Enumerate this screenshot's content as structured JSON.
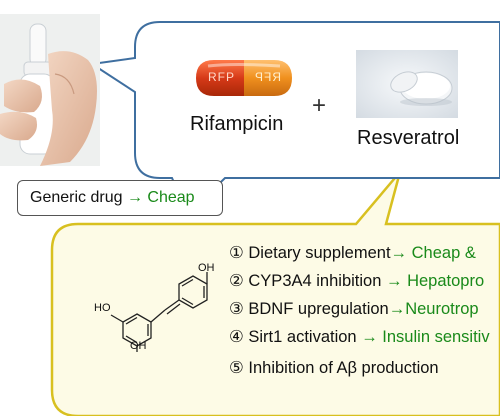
{
  "drug_top": {
    "rifampicin_label": "Rifampicin",
    "plus": "+",
    "resveratrol_label": "Resveratrol",
    "capsule_print_left": "RFP",
    "capsule_print_right": "RFP"
  },
  "callout": {
    "prefix": "Generic drug",
    "arrow": "→",
    "highlight": "Cheap"
  },
  "molecule": {
    "oh_top": "OH",
    "ho_left": "HO",
    "oh_bottom": "OH"
  },
  "benefits": [
    {
      "num": "①",
      "text": "Dietary supplement",
      "arrow": "→",
      "highlight": "Cheap &"
    },
    {
      "num": "②",
      "text": "CYP3A4 inhibition ",
      "arrow": "→",
      "highlight": "Hepatopro"
    },
    {
      "num": "③",
      "text": "BDNF upregulation",
      "arrow": "→",
      "highlight": "Neurotrop"
    },
    {
      "num": "④",
      "text": "Sirt1 activation ",
      "arrow": "→",
      "highlight": "Insulin sensitiv"
    },
    {
      "num": "⑤",
      "text": "Inhibition of Aβ production",
      "arrow": "",
      "highlight": ""
    }
  ],
  "colors": {
    "speech_border": "#3f6fa0",
    "yellow_border": "#d8c020",
    "yellow_fill": "#fdfbe6",
    "green_text": "#1a8a1a",
    "capsule_red": "#d63a18",
    "capsule_orange": "#f0901e"
  }
}
